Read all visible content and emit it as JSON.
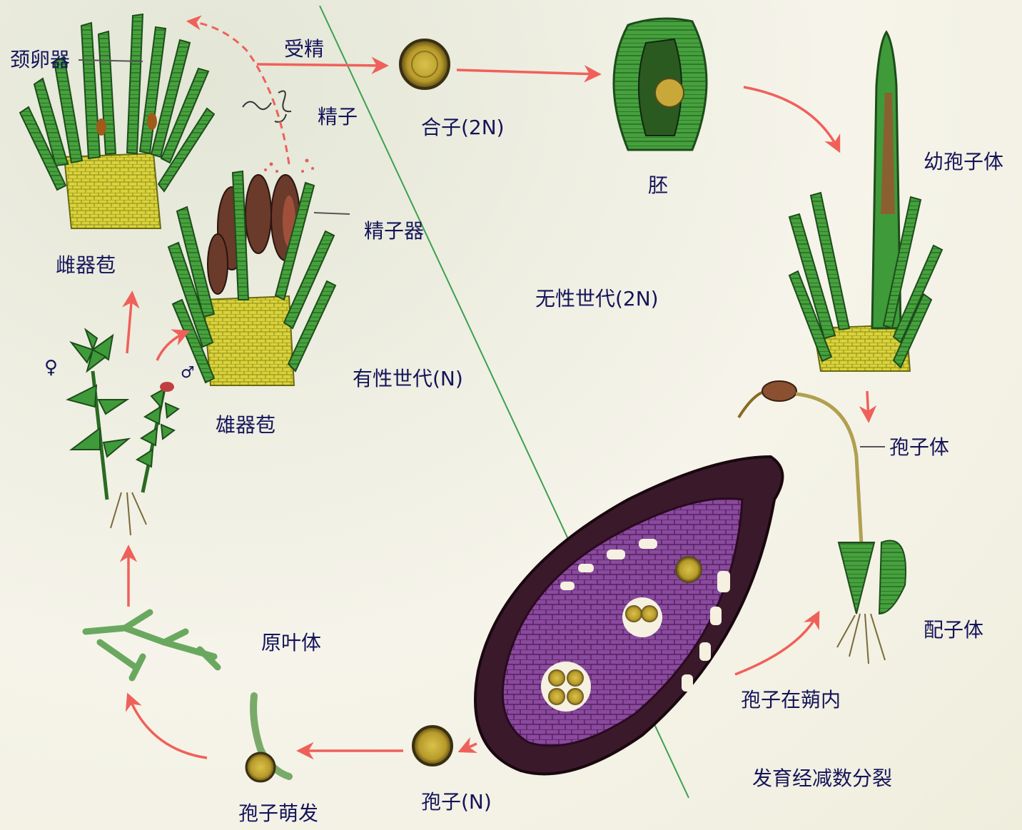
{
  "labels": {
    "archegonium": "颈卵器",
    "fertilization": "受精",
    "sperm": "精子",
    "zygote": "合子(2N)",
    "embryo": "胚",
    "young_sporophyte": "幼孢子体",
    "female_receptacle": "雌器苞",
    "antheridium": "精子器",
    "asexual_generation": "无性世代(2N)",
    "sexual_generation": "有性世代(N)",
    "male_receptacle": "雄器苞",
    "sporophyte": "孢子体",
    "gametophyte": "配子体",
    "spores_in_capsule": "孢子在蒴内",
    "protonema": "原叶体",
    "meiosis": "发育经减数分裂",
    "spore_germination": "孢子萌发",
    "spore": "孢子(N)"
  },
  "symbols": {
    "female": "♀",
    "male": "♂"
  },
  "colors": {
    "arrow": "#f0605a",
    "label_text": "#14145a",
    "divider_line": "#3ca050",
    "leaf_green": "#3f9a3a",
    "capsule_purple": "#7a3a8a",
    "spore_gold": "#c9a83a"
  }
}
